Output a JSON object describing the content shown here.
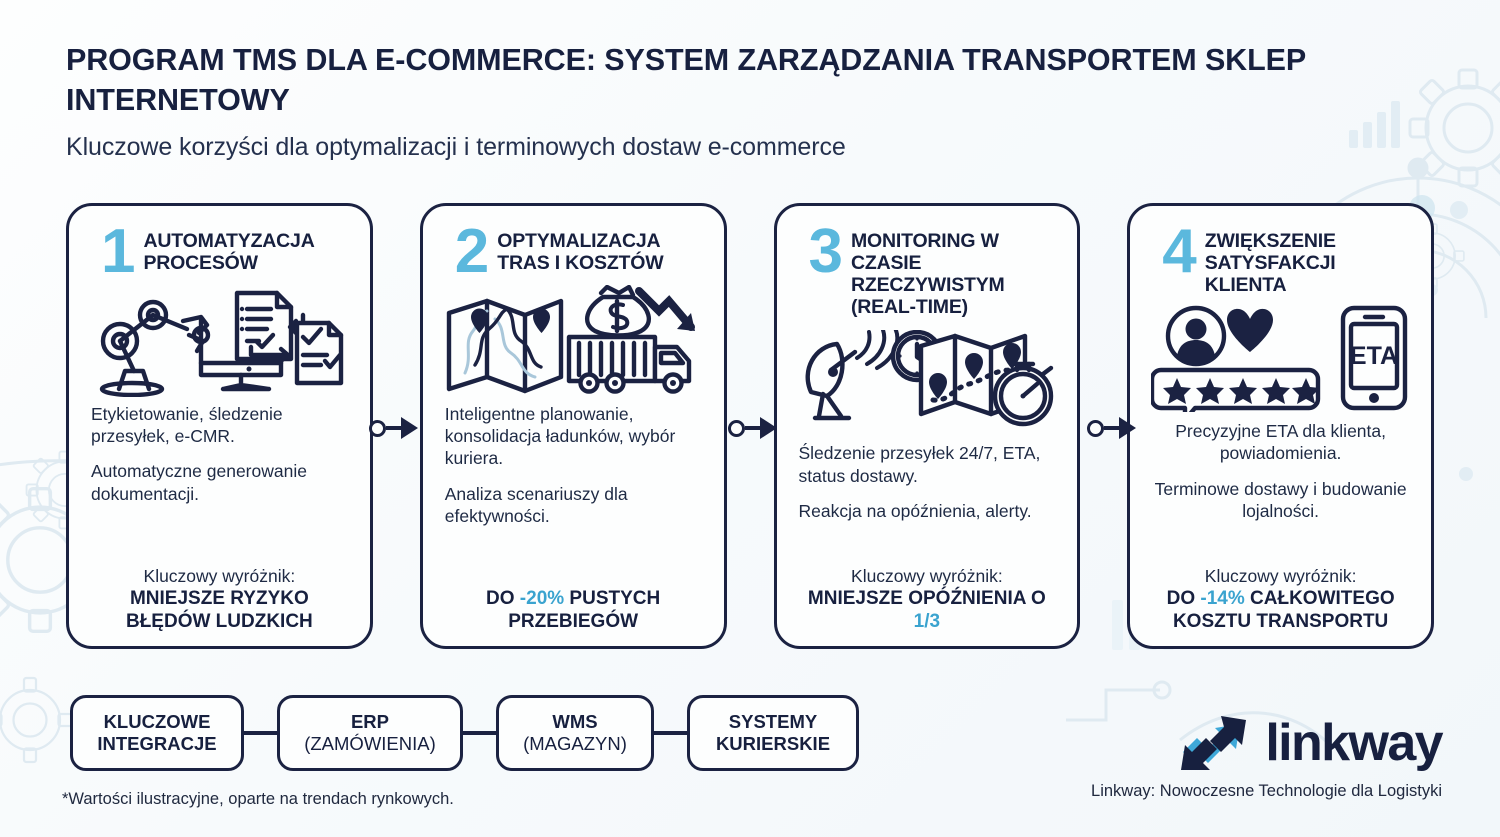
{
  "header": {
    "title": "PROGRAM TMS DLA E-COMMERCE: SYSTEM ZARZĄDZANIA TRANSPORTEM SKLEP INTERNETOWY",
    "subtitle": "Kluczowe korzyści dla optymalizacji i terminowych dostaw e-commerce"
  },
  "colors": {
    "navy": "#17203f",
    "accent_blue": "#3aa3cf",
    "number_blue": "#5bb8dd",
    "background": "#f7fafc"
  },
  "cards": [
    {
      "number": "1",
      "title": "AUTOMATYZACJA PROCESÓW",
      "icon": "robot-arm-monitor-documents-icon",
      "lines": [
        "Etykietowanie, śledzenie przesyłek, e-CMR.",
        "Automatyczne generowanie dokumentacji."
      ],
      "kicker": "Kluczowy wyróżnik:",
      "highlight_prefix": "",
      "highlight_accent": "",
      "highlight_suffix": "MNIEJSZE RYZYKO BŁĘDÓW LUDZKICH",
      "centered_body": false
    },
    {
      "number": "2",
      "title": "OPTYMALIZACJA TRAS I KOSZTÓW",
      "icon": "map-truck-moneybag-arrow-down-icon",
      "lines": [
        "Inteligentne planowanie, konsolidacja ładunków, wybór kuriera.",
        "Analiza scenariuszy dla efektywności."
      ],
      "kicker": "",
      "highlight_prefix": "DO ",
      "highlight_accent": "-20%",
      "highlight_suffix": " PUSTYCH PRZEBIEGÓW",
      "centered_body": false
    },
    {
      "number": "3",
      "title": "MONITORING W CZASIE RZECZYWISTYM (REAL-TIME)",
      "icon": "satellite-clock-map-stopwatch-icon",
      "lines": [
        "Śledzenie przesyłek 24/7, ETA, status dostawy.",
        "Reakcja na opóźnienia, alerty."
      ],
      "kicker": "Kluczowy wyróżnik:",
      "highlight_prefix": "MNIEJSZE OPÓŹNIENIA O ",
      "highlight_accent": "1/3",
      "highlight_suffix": "",
      "centered_body": false
    },
    {
      "number": "4",
      "title": "ZWIĘKSZENIE SATYSFAKCJI KLIENTA",
      "icon": "user-heart-stars-phone-eta-icon",
      "lines": [
        "Precyzyjne ETA dla klienta, powiadomienia.",
        "Terminowe dostawy i budowanie lojalności."
      ],
      "kicker": "Kluczowy wyróżnik:",
      "highlight_prefix": "DO ",
      "highlight_accent": "-14%",
      "highlight_suffix": " CAŁKOWITEGO KOSZTU TRANSPORTU",
      "centered_body": true
    }
  ],
  "integrations": [
    {
      "line1": "KLUCZOWE",
      "line2": "INTEGRACJE",
      "line2_bold": true
    },
    {
      "line1": "ERP",
      "line2": "(ZAMÓWIENIA)",
      "line2_bold": false
    },
    {
      "line1": "WMS",
      "line2": "(MAGAZYN)",
      "line2_bold": false
    },
    {
      "line1": "SYSTEMY",
      "line2": "KURIERSKIE",
      "line2_bold": true
    }
  ],
  "footnote": "*Wartości ilustracyjne, oparte na trendach rynkowych.",
  "logo": {
    "name": "linkway",
    "mark": "crossing-arrows-logo-icon",
    "caption": "Linkway: Nowoczesne Technologie dla Logistyki"
  },
  "phone_label": "ETA"
}
